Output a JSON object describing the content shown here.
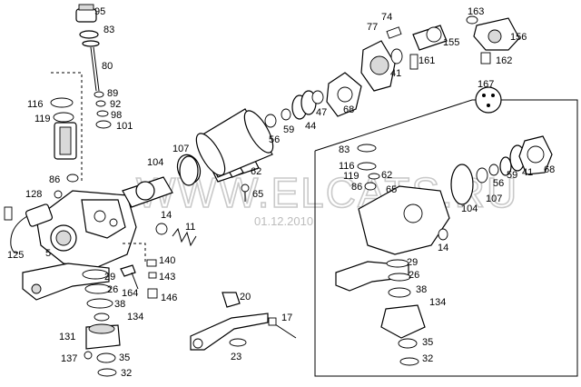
{
  "watermark": {
    "text": "WWW.ELCATS.RU",
    "date": "01.12.2010"
  },
  "part_labels": [
    "95",
    "83",
    "80",
    "89",
    "92",
    "98",
    "101",
    "116",
    "119",
    "86",
    "128",
    "125",
    "5",
    "74",
    "77",
    "155",
    "163",
    "156",
    "162",
    "161",
    "41",
    "47",
    "68",
    "44",
    "59",
    "56",
    "107",
    "104",
    "62",
    "65",
    "14",
    "11",
    "140",
    "143",
    "146",
    "164",
    "29",
    "26",
    "38",
    "134",
    "131",
    "137",
    "35",
    "32",
    "20",
    "17",
    "23",
    "167",
    "83",
    "116",
    "119",
    "86",
    "62",
    "65",
    "68",
    "41",
    "59",
    "56",
    "107",
    "104",
    "14",
    "29",
    "26",
    "38",
    "134",
    "35",
    "32"
  ]
}
